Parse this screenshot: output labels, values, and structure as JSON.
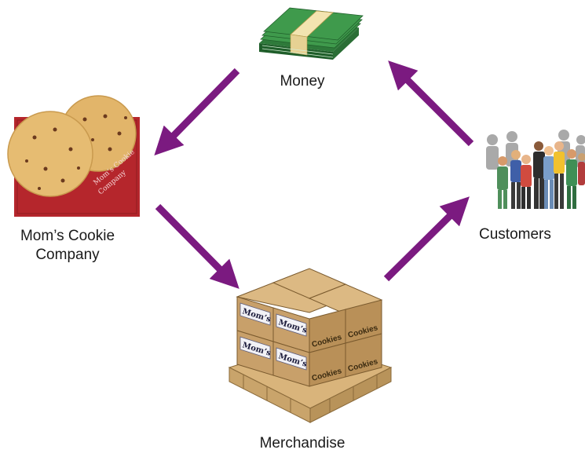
{
  "nodes": {
    "money": {
      "label": "Money"
    },
    "company": {
      "label_line1": "Mom’s Cookie",
      "label_line2": "Company",
      "box_text": "Mom’s Cookie Company"
    },
    "customers": {
      "label": "Customers"
    },
    "merchandise": {
      "label": "Merchandise",
      "box_brand": "Mom’s",
      "box_product": "Cookies"
    }
  },
  "colors": {
    "arrow": "#7b1a80",
    "company_bg": "#b5262c",
    "cookie": "#e2b56a",
    "money_band": "#f3e4b0",
    "bill_green": "#3f9a4c",
    "box": "#c8a06a",
    "pallet": "#d9b47b"
  },
  "icons": [
    "money-stack-icon",
    "cookie-logo-icon",
    "crowd-icon",
    "cookie-box-pallet-icon"
  ]
}
